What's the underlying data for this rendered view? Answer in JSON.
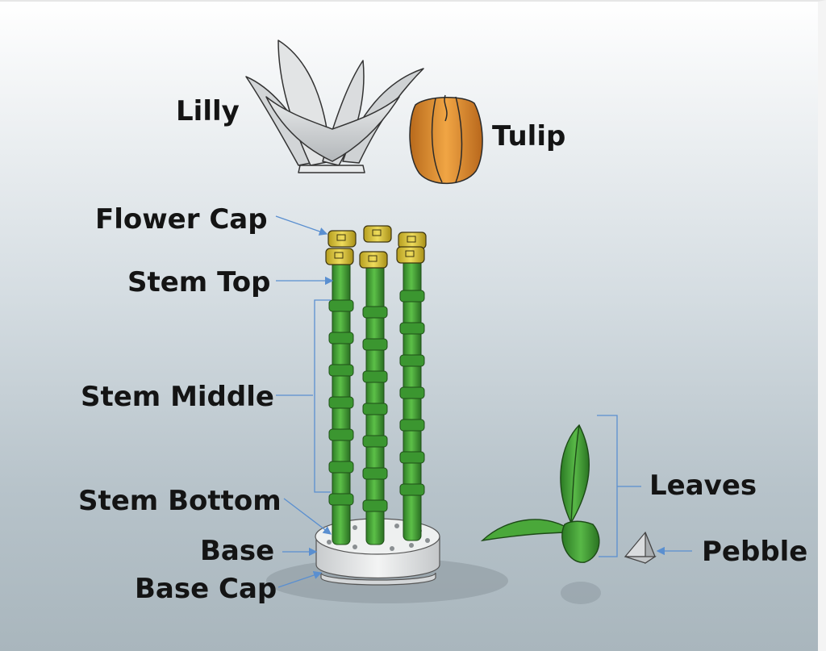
{
  "labels": {
    "lilly": "Lilly",
    "tulip": "Tulip",
    "flower_cap": "Flower Cap",
    "stem_top": "Stem Top",
    "stem_middle": "Stem Middle",
    "stem_bottom": "Stem Bottom",
    "base": "Base",
    "base_cap": "Base Cap",
    "leaves": "Leaves",
    "pebble": "Pebble"
  },
  "colors": {
    "stem_green": "#3a9a2e",
    "cap_yellow": "#d8c23a",
    "tulip_orange": "#d9892e",
    "lilly_grey": "#c9cccf",
    "base_grey": "#e4e6e7",
    "leader_blue": "#5a8fd0"
  }
}
